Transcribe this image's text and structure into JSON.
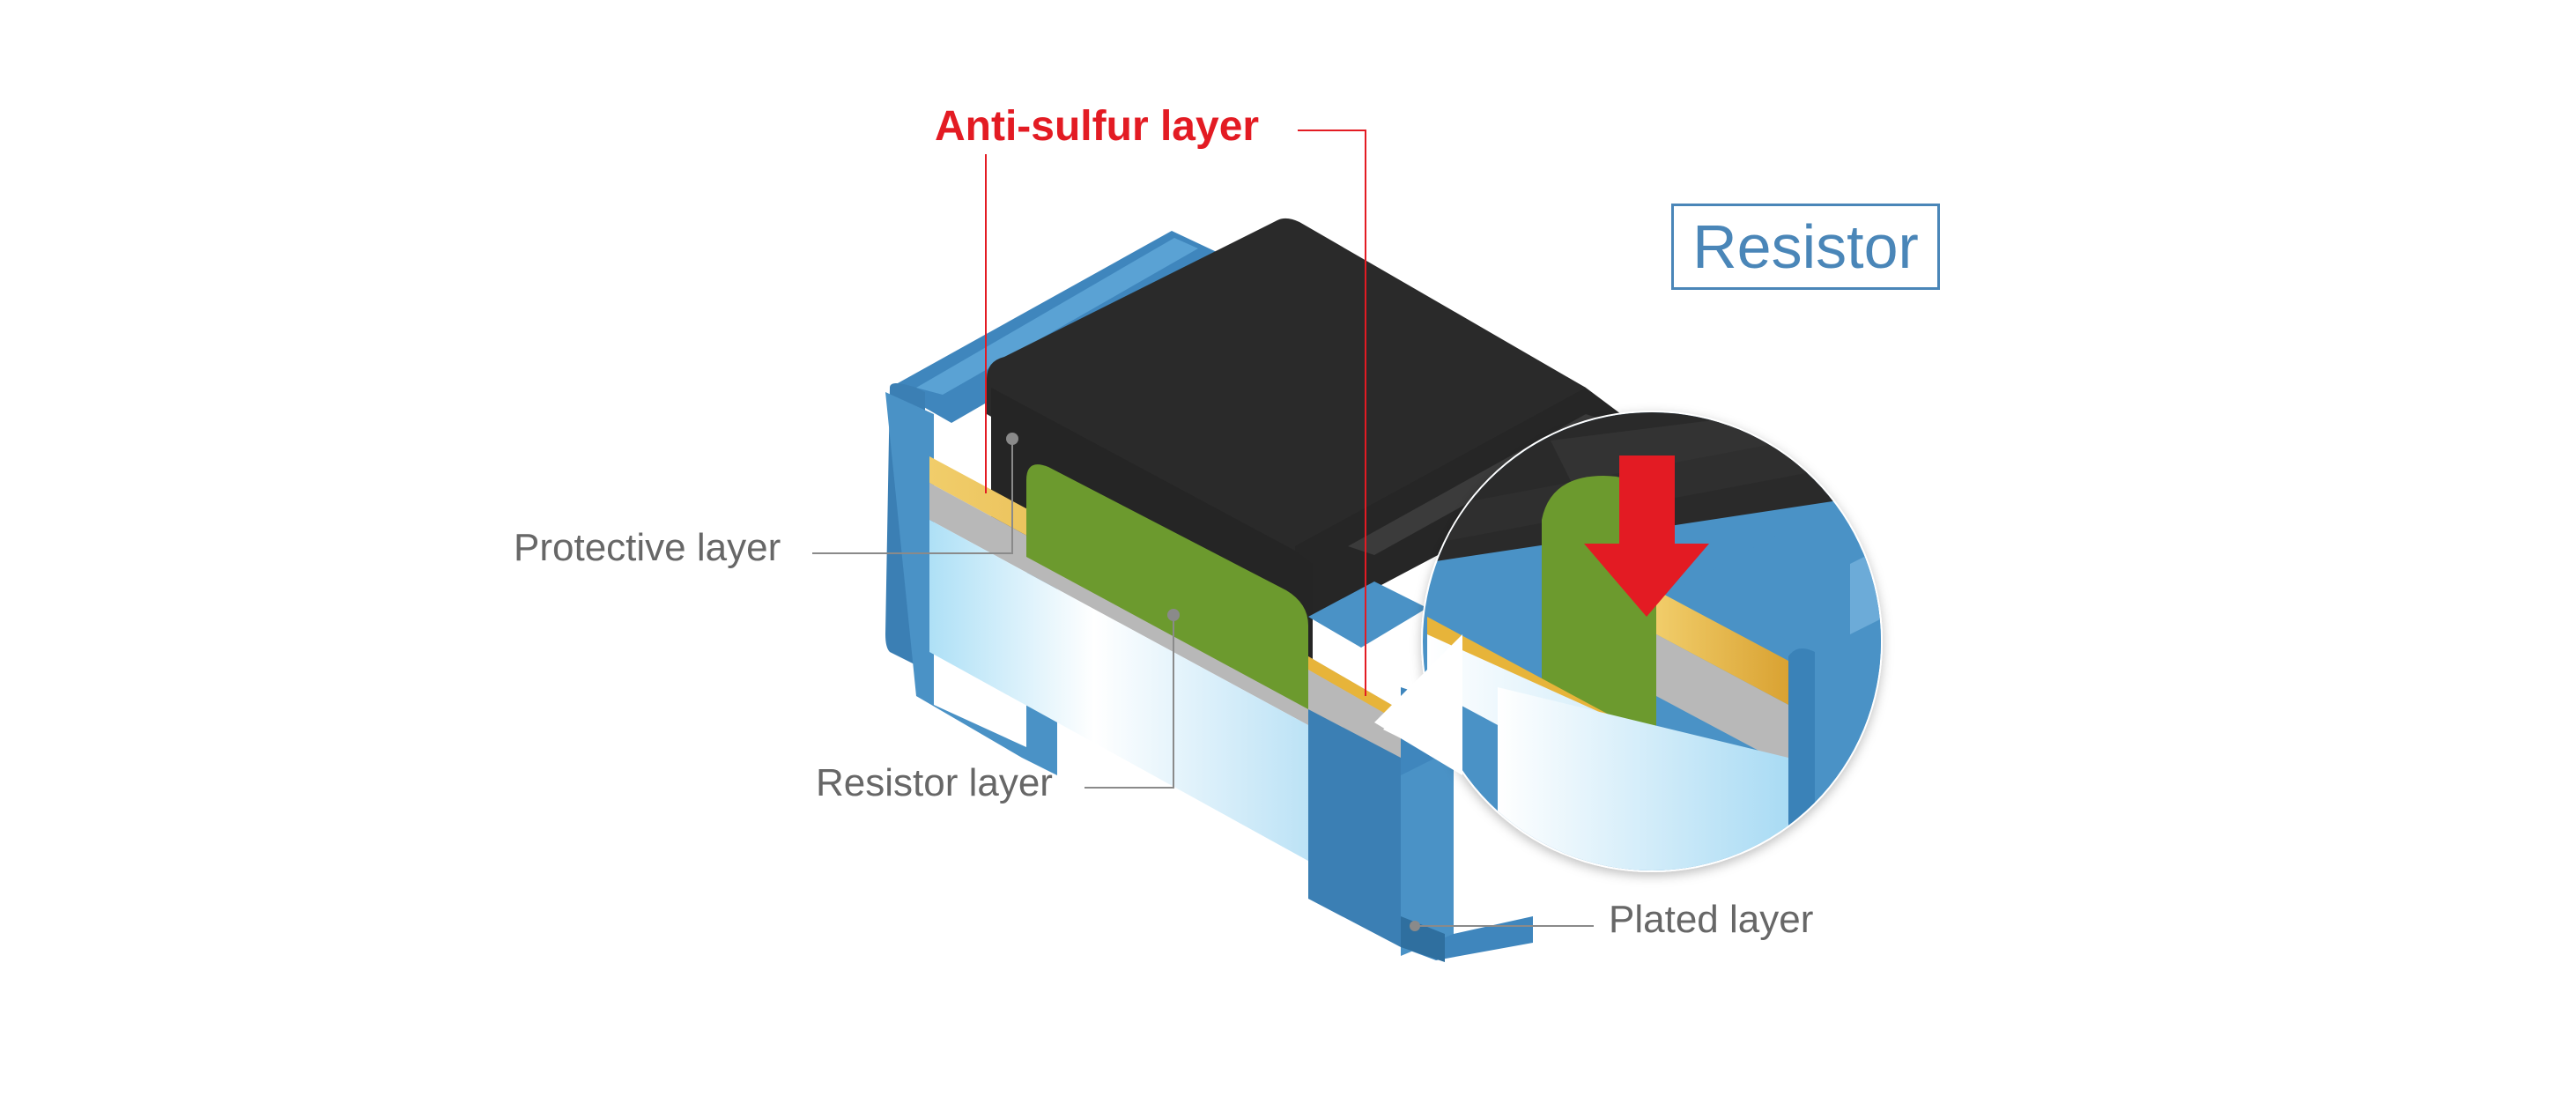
{
  "title": "Resistor",
  "labels": {
    "anti_sulfur": "Anti-sulfur layer",
    "protective": "Protective layer",
    "resistor_layer": "Resistor layer",
    "plated": "Plated layer"
  },
  "colors": {
    "anti_sulfur_label": "#e31b23",
    "callout_arrow": "#e31b23",
    "plated_layer": "#4a92c6",
    "protective_layer": "#2c2c2c",
    "resistor_layer": "#6c9a2e",
    "anti_sulfur_layer": "#e7b43a",
    "title": "#4a86b8",
    "label_text": "#676767"
  },
  "icons": [
    "down-arrow-icon"
  ]
}
